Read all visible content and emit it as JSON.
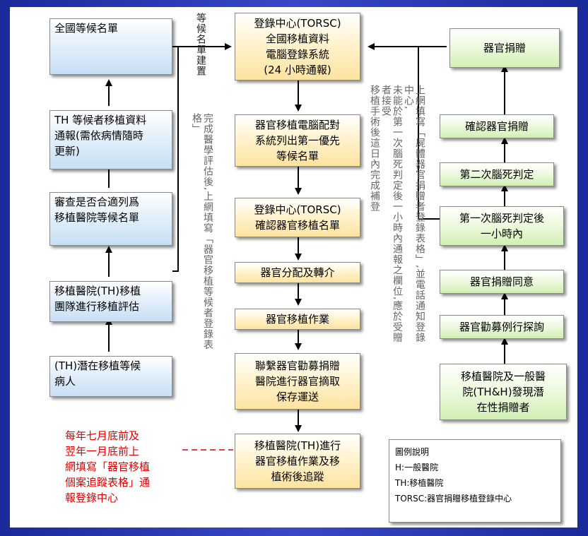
{
  "left": {
    "national_list": "全國等候名單",
    "th_report": "TH 等候者移植資料\n通報(需依病情隨時\n更新)",
    "review": "審查是否合適列爲\n移植醫院等候名單",
    "team_eval": "移植醫院(TH)移植\n團隊進行移植評估",
    "potential_patient": "(TH)潛在移植等候\n病人"
  },
  "center": {
    "torsc_system": "登錄中心(TORSC)\n全國移植資料\n電腦登錄系統\n(24 小時通報)",
    "matching": "器官移植電腦配對\n系統列出第一優先\n等候名單",
    "confirm_list": "登錄中心(TORSC)\n確認器官移植名單",
    "allocation": "器官分配及轉介",
    "transplant": "器官移植作業",
    "procurement": "聯繫器官勸募捐贈\n醫院進行器官摘取\n保存運送",
    "followup": "移植醫院(TH)進行\n器官移植作業及移\n植術後追蹤"
  },
  "right": {
    "donation": "器官捐贈",
    "confirm_donation": "確認器官捐贈",
    "second_death": "第二次腦死判定",
    "first_death": "第一次腦死判定後\n一小時內",
    "consent": "器官捐贈同意",
    "routine_inquiry": "器官勸募例行探詢",
    "discover": "移植醫院及一般醫\n院(TH&H)發現潛\n在性捐贈者"
  },
  "annotations": {
    "waitlist_build": "等候名單建置",
    "after_eval": "完成醫學評估後,上網填寫「器官移植等候者登錄表格」",
    "online_fill": "上網填寫「屍體器官捐贈者登錄表格」,並電話通知登錄中心,\n未能於第一次腦死判定後一小時內通報之欄位,應於受贈者接受\n移植手術後這日內完成補登",
    "red_note": "每年七月底前及\n翌年一月底前上\n網填寫「器官移植\n個案追蹤表格」通\n報登錄中心"
  },
  "legend": {
    "title": "圖例說明",
    "h": "H:一般醫院",
    "th": "TH:移植醫院",
    "torsc": "TORSC:器官捐贈移植登錄中心"
  }
}
